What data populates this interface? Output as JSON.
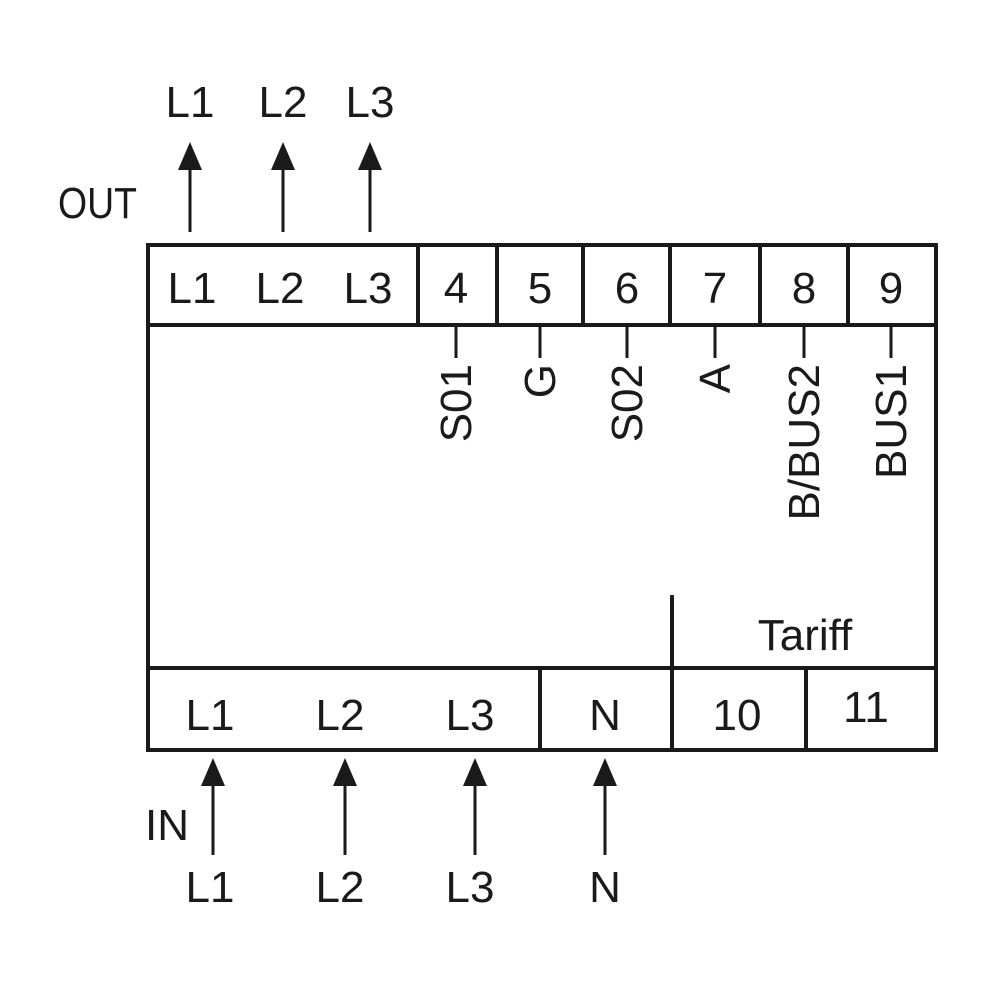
{
  "out": {
    "label": "OUT",
    "phases": [
      "L1",
      "L2",
      "L3"
    ]
  },
  "top_terminals": [
    "L1",
    "L2",
    "L3",
    "4",
    "5",
    "6",
    "7",
    "8",
    "9"
  ],
  "signal_labels": [
    "S01",
    "G",
    "S02",
    "A",
    "B/BUS2",
    "BUS1"
  ],
  "tariff": {
    "label": "Tariff",
    "terminals": [
      "10",
      "11"
    ]
  },
  "bottom_terminals": [
    "L1",
    "L2",
    "L3",
    "N"
  ],
  "in": {
    "label": "IN",
    "phases": [
      "L1",
      "L2",
      "L3",
      "N"
    ]
  },
  "colors": {
    "ink": "#1a1a1a",
    "background": "#ffffff"
  }
}
